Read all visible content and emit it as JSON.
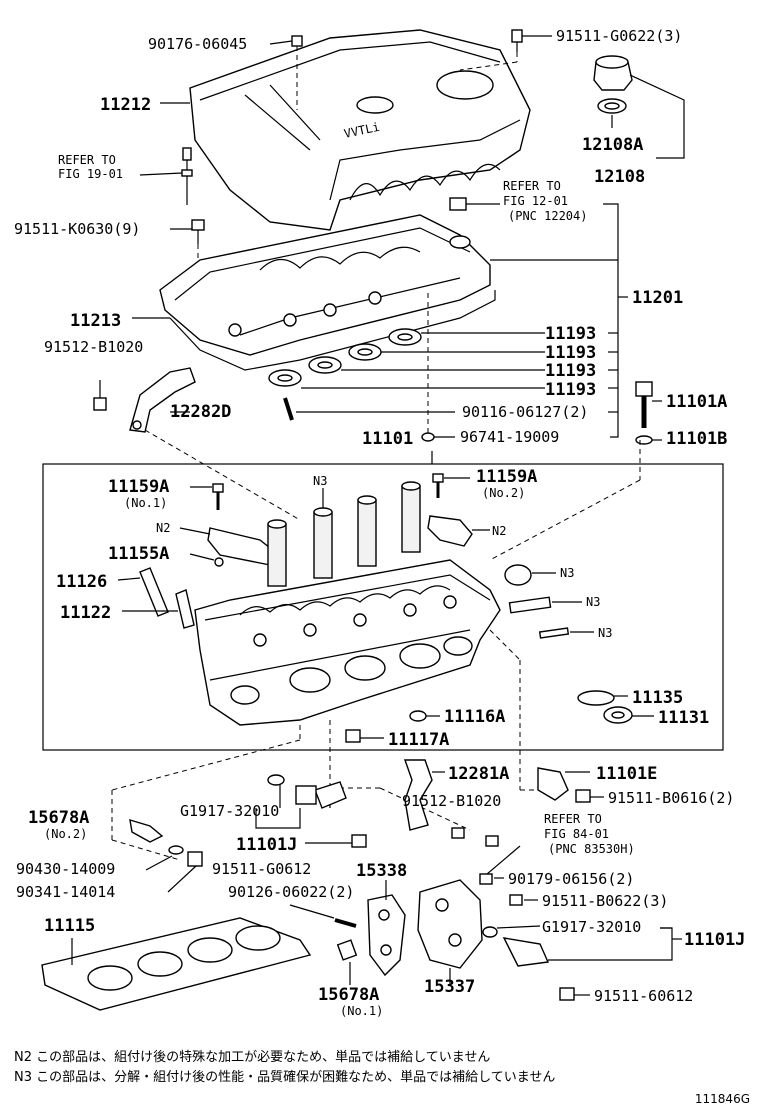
{
  "labels": {
    "p90176": "90176-06045",
    "p91511g0622_3": "91511-G0622(3)",
    "p11212": "11212",
    "p12108a": "12108A",
    "p12108": "12108",
    "refer19_1": "REFER TO",
    "refer19_2": "FIG 19-01",
    "refer12_1": "REFER TO",
    "refer12_2": "FIG 12-01",
    "refer12_3": "(PNC 12204)",
    "p91511k0630": "91511-K0630(9)",
    "p11201": "11201",
    "p11213": "11213",
    "p11193a": "11193",
    "p11193b": "11193",
    "p11193c": "11193",
    "p11193d": "11193",
    "p91512b1020a": "91512-B1020",
    "p12282d": "12282D",
    "p90116": "90116-06127(2)",
    "p11101a": "11101A",
    "p11101": "11101",
    "p96741": "96741-19009",
    "p11101b": "11101B",
    "p11159a_1": "11159A",
    "no1a": "(No.1)",
    "n3top": "N3",
    "p11159a_2": "11159A",
    "no2a": "(No.2)",
    "n2a": "N2",
    "n2b": "N2",
    "p11155a": "11155A",
    "p11126": "11126",
    "n3a": "N3",
    "n3b": "N3",
    "n3c": "N3",
    "p11122": "11122",
    "p11135": "11135",
    "p11131": "11131",
    "p11116a": "11116A",
    "p11117a": "11117A",
    "p12281a": "12281A",
    "p11101e": "11101E",
    "p15678a_1": "15678A",
    "no2b": "(No.2)",
    "pg1917a": "G1917-32010",
    "p91512b1020b": "91512-B1020",
    "p91511b0616": "91511-B0616(2)",
    "p11101j_1": "11101J",
    "refer84_1": "REFER TO",
    "refer84_2": "FIG 84-01",
    "refer84_3": "(PNC 83530H)",
    "p90430": "90430-14009",
    "p91511g0612": "91511-G0612",
    "p15338": "15338",
    "p90179": "90179-06156(2)",
    "p90341": "90341-14014",
    "p90126": "90126-06022(2)",
    "p91511b0622": "91511-B0622(3)",
    "p11115": "11115",
    "pg1917b": "G1917-32010",
    "p11101j_2": "11101J",
    "p15678a_2": "15678A",
    "no1b": "(No.1)",
    "p15337": "15337",
    "p91511_60612": "91511-60612",
    "vvtli": "VVTLi"
  },
  "notes": {
    "n2": "N2  この部品は、組付け後の特殊な加工が必要なため、単品では補給していません",
    "n3": "N3  この部品は、分解・組付け後の性能・品質確保が困難なため、単品では補給していません"
  },
  "figure_code": "111846G"
}
